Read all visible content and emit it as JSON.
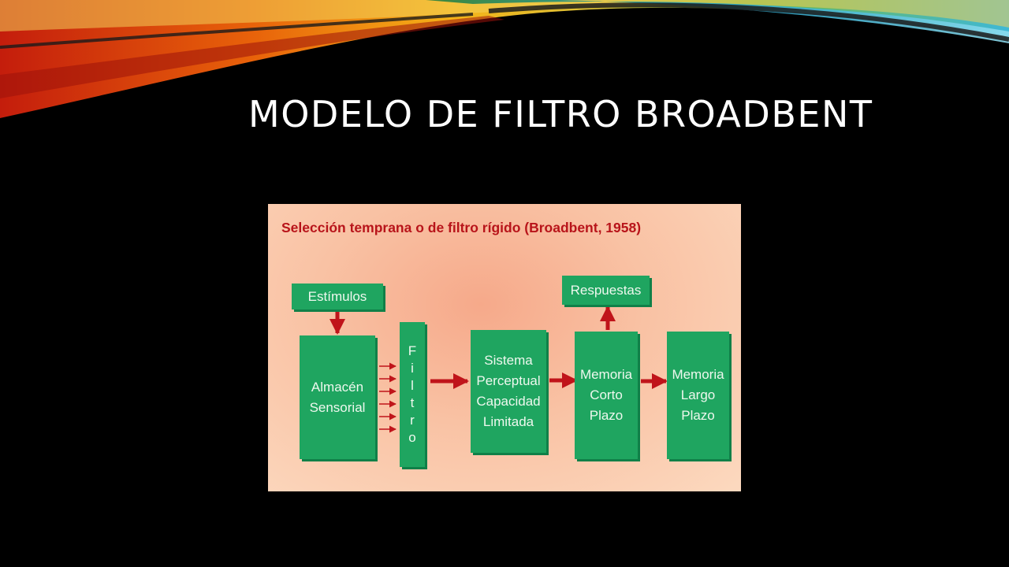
{
  "slide": {
    "title": "MODELO DE FILTRO BROADBENT"
  },
  "diagram": {
    "title": "Selección temprana o de filtro rígido (Broadbent, 1958)",
    "nodes": {
      "estimulos": "Estímulos",
      "almacen": "Almacén\nSensorial",
      "filtro": "F\ni\nl\nt\nr\no",
      "sistema": "Sistema\nPerceptual\nCapacidad\nLimitada",
      "corto": "Memoria\nCorto\nPlazo",
      "largo": "Memoria\nLargo\nPlazo",
      "respuestas": "Respuestas"
    },
    "edges": [
      {
        "from": "Estímulos",
        "to": "Almacén Sensorial"
      },
      {
        "from": "Almacén Sensorial",
        "to": "Filtro"
      },
      {
        "from": "Filtro",
        "to": "Sistema Perceptual Capacidad Limitada"
      },
      {
        "from": "Sistema Perceptual Capacidad Limitada",
        "to": "Memoria Corto Plazo"
      },
      {
        "from": "Memoria Corto Plazo",
        "to": "Memoria Largo Plazo"
      },
      {
        "from": "Memoria Corto Plazo",
        "to": "Respuestas"
      }
    ],
    "colors": {
      "box": "#1fa560",
      "arrow": "#c0141a",
      "title": "#b8141a",
      "background": "#f9c2a4"
    }
  }
}
